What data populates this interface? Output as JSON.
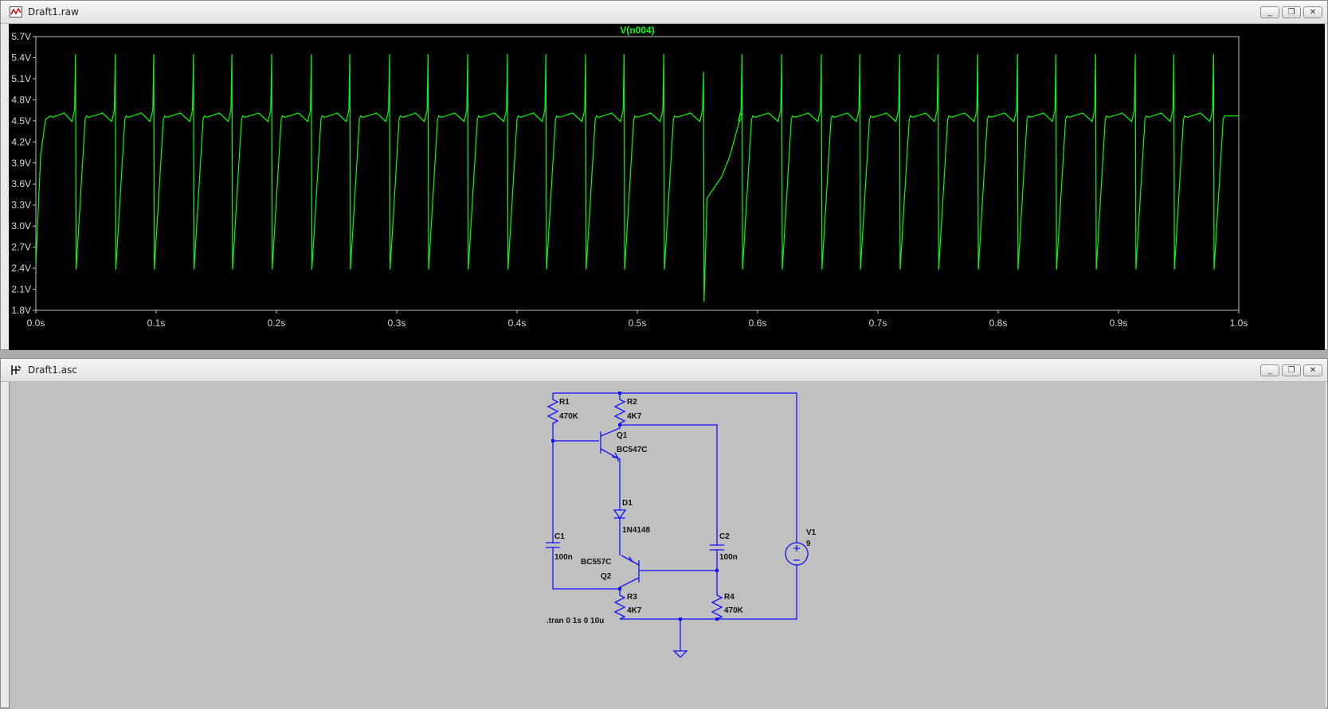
{
  "waveform_window": {
    "title": "Draft1.raw",
    "trace_name": "V(n004)",
    "trace_color": "#00ff00",
    "background_color": "#000000",
    "chart_data": {
      "type": "line",
      "title": "V(n004)",
      "xlabel": "",
      "ylabel": "",
      "xlim": [
        0,
        1.0
      ],
      "ylim": [
        1.8,
        5.7
      ],
      "x_ticks": [
        "0.0s",
        "0.1s",
        "0.2s",
        "0.3s",
        "0.4s",
        "0.5s",
        "0.6s",
        "0.7s",
        "0.8s",
        "0.9s",
        "1.0s"
      ],
      "y_ticks": [
        "5.7V",
        "5.4V",
        "5.1V",
        "4.8V",
        "4.5V",
        "4.2V",
        "3.9V",
        "3.6V",
        "3.3V",
        "3.0V",
        "2.7V",
        "2.4V",
        "2.1V",
        "1.8V"
      ],
      "series": [
        {
          "name": "V(n004)",
          "pulse_times_s": [
            0.033,
            0.066,
            0.098,
            0.131,
            0.163,
            0.196,
            0.229,
            0.261,
            0.294,
            0.326,
            0.359,
            0.392,
            0.424,
            0.457,
            0.489,
            0.522,
            0.555,
            0.587,
            0.62,
            0.653,
            0.685,
            0.718,
            0.75,
            0.783,
            0.816,
            0.848,
            0.881,
            0.914,
            0.946,
            0.979
          ],
          "plateau_v": 4.57,
          "peak_v": 5.45,
          "trough_v": 2.38,
          "anomaly": {
            "time_s": 0.555,
            "trough_v": 1.92,
            "slow_recovery_to_s": 0.585
          }
        }
      ]
    }
  },
  "schematic_window": {
    "title": "Draft1.asc",
    "wire_color": "#1010ff",
    "components": {
      "R1": {
        "name": "R1",
        "value": "470K"
      },
      "R2": {
        "name": "R2",
        "value": "4K7"
      },
      "Q1": {
        "name": "Q1",
        "value": "BC547C"
      },
      "D1": {
        "name": "D1",
        "value": "1N4148"
      },
      "C1": {
        "name": "C1",
        "value": "100n"
      },
      "C2": {
        "name": "C2",
        "value": "100n"
      },
      "Q2": {
        "name": "Q2",
        "value": "BC557C"
      },
      "R3": {
        "name": "R3",
        "value": "4K7"
      },
      "R4": {
        "name": "R4",
        "value": "470K"
      },
      "V1": {
        "name": "V1",
        "value": "9"
      }
    },
    "directive": ".tran 0 1s 0 10u"
  },
  "window_buttons": {
    "minimize": "_",
    "restore": "❐",
    "close": "✕"
  }
}
